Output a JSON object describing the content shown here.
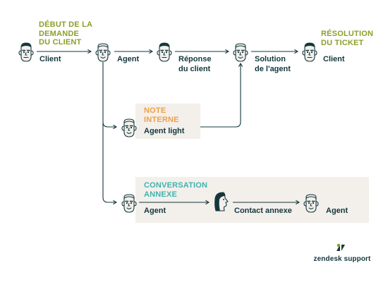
{
  "headings": {
    "start": "DÉBUT DE LA\nDEMANDE\nDU CLIENT",
    "end": "RÉSOLUTION\nDU TICKET",
    "note": "NOTE\nINTERNE",
    "side": "CONVERSATION\nANNEXE"
  },
  "labels": {
    "client_start": "Client",
    "agent": "Agent",
    "client_reply": "Réponse\ndu client",
    "agent_solution": "Solution\nde l'agent",
    "client_end": "Client",
    "light_agent": "Agent light",
    "side_agent": "Agent",
    "side_contact": "Contact annexe",
    "side_agent_end": "Agent"
  },
  "brand": {
    "name": "zendesk support"
  },
  "colors": {
    "line": "#13373d",
    "olive": "#8c9d2b",
    "orange": "#f0a044",
    "teal": "#3fb3b0",
    "panel": "#f3efeb",
    "face_fill": "#f3efeb",
    "face_stroke": "#13373d"
  },
  "icons": [
    "person-face-icon",
    "contact-profile-icon",
    "zendesk-logo-icon"
  ]
}
